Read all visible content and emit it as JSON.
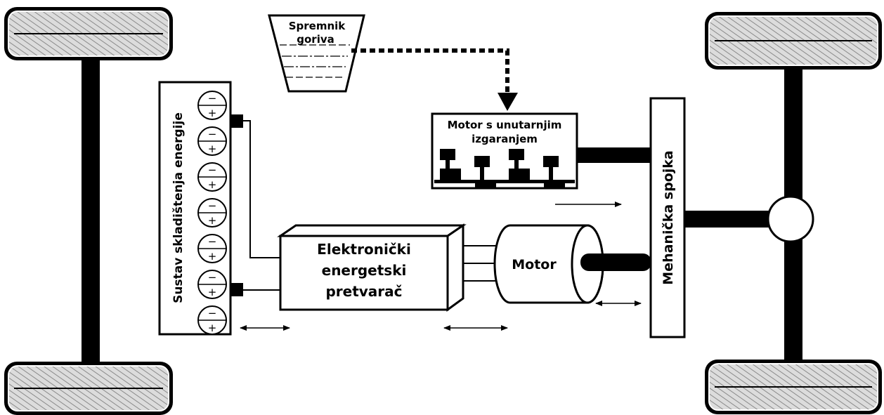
{
  "labels": {
    "fuel_tank_line1": "Spremnik",
    "fuel_tank_line2": "goriva",
    "ice_line1": "Motor s unutarnjim",
    "ice_line2": "izgaranjem",
    "storage": "Sustav skladištenja energije",
    "converter_line1": "Elektronički",
    "converter_line2": "energetski",
    "converter_line3": "pretvarač",
    "motor": "Motor",
    "coupling": "Mehanička spojka"
  },
  "cell_signs": {
    "minus": "−",
    "plus": "+"
  },
  "battery_cell_count": 7,
  "colors": {
    "stroke": "#000000",
    "background": "#ffffff",
    "tire_fill": "#d9d9d9"
  }
}
